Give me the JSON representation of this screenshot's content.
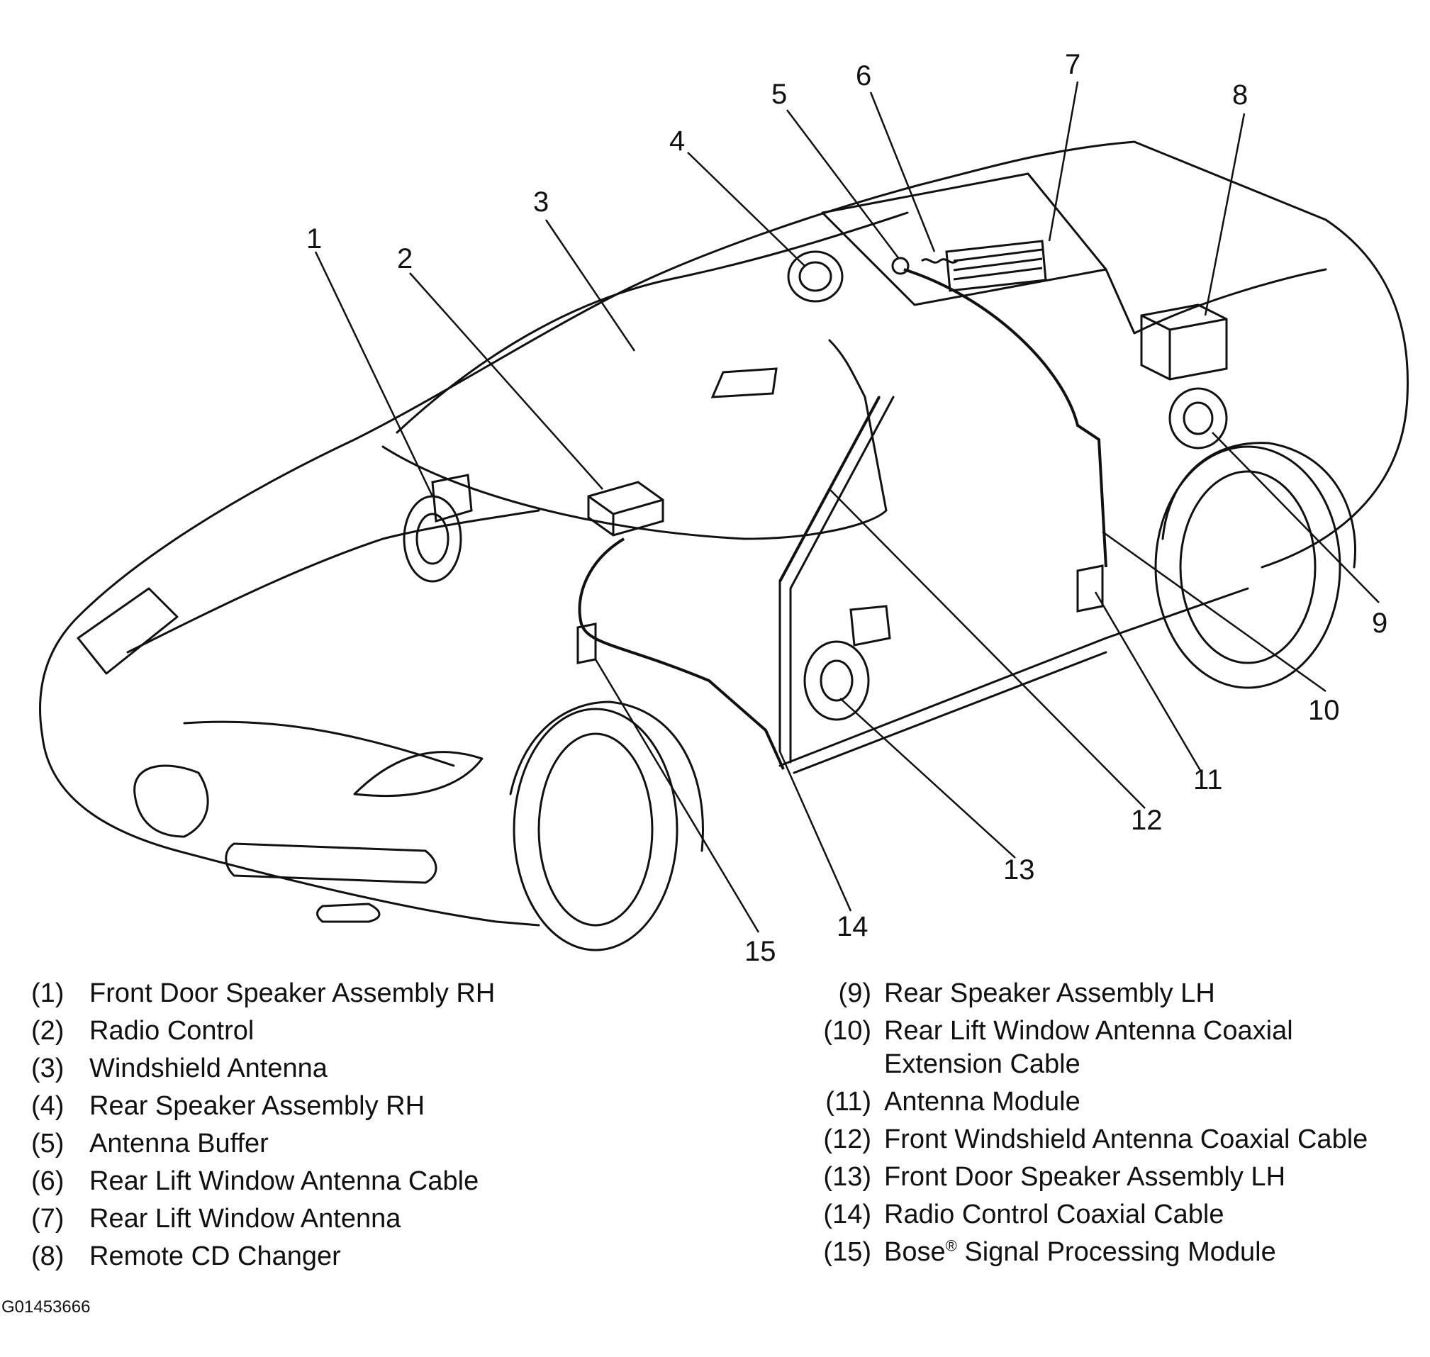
{
  "callouts": [
    "1",
    "2",
    "3",
    "4",
    "5",
    "6",
    "7",
    "8",
    "9",
    "10",
    "11",
    "12",
    "13",
    "14",
    "15"
  ],
  "legend_left": [
    {
      "num": "(1)",
      "text": "Front Door Speaker Assembly RH"
    },
    {
      "num": "(2)",
      "text": "Radio Control"
    },
    {
      "num": "(3)",
      "text": "Windshield Antenna"
    },
    {
      "num": "(4)",
      "text": "Rear Speaker Assembly RH"
    },
    {
      "num": "(5)",
      "text": "Antenna Buffer"
    },
    {
      "num": "(6)",
      "text": "Rear Lift Window Antenna Cable"
    },
    {
      "num": "(7)",
      "text": "Rear Lift Window Antenna"
    },
    {
      "num": "(8)",
      "text": "Remote CD Changer"
    }
  ],
  "legend_right": [
    {
      "num": "(9)",
      "text": "Rear Speaker Assembly LH"
    },
    {
      "num": "(10)",
      "text": "Rear Lift Window Antenna Coaxial",
      "text2": "Extension Cable"
    },
    {
      "num": "(11)",
      "text": "Antenna Module"
    },
    {
      "num": "(12)",
      "text": "Front Windshield Antenna Coaxial Cable"
    },
    {
      "num": "(13)",
      "text": "Front Door Speaker Assembly LH"
    },
    {
      "num": "(14)",
      "text": "Radio Control Coaxial Cable"
    },
    {
      "num": "(15)",
      "text": "Bose",
      "sup": "®",
      "text_after": " Signal Processing Module"
    }
  ],
  "figure_id": "G01453666"
}
